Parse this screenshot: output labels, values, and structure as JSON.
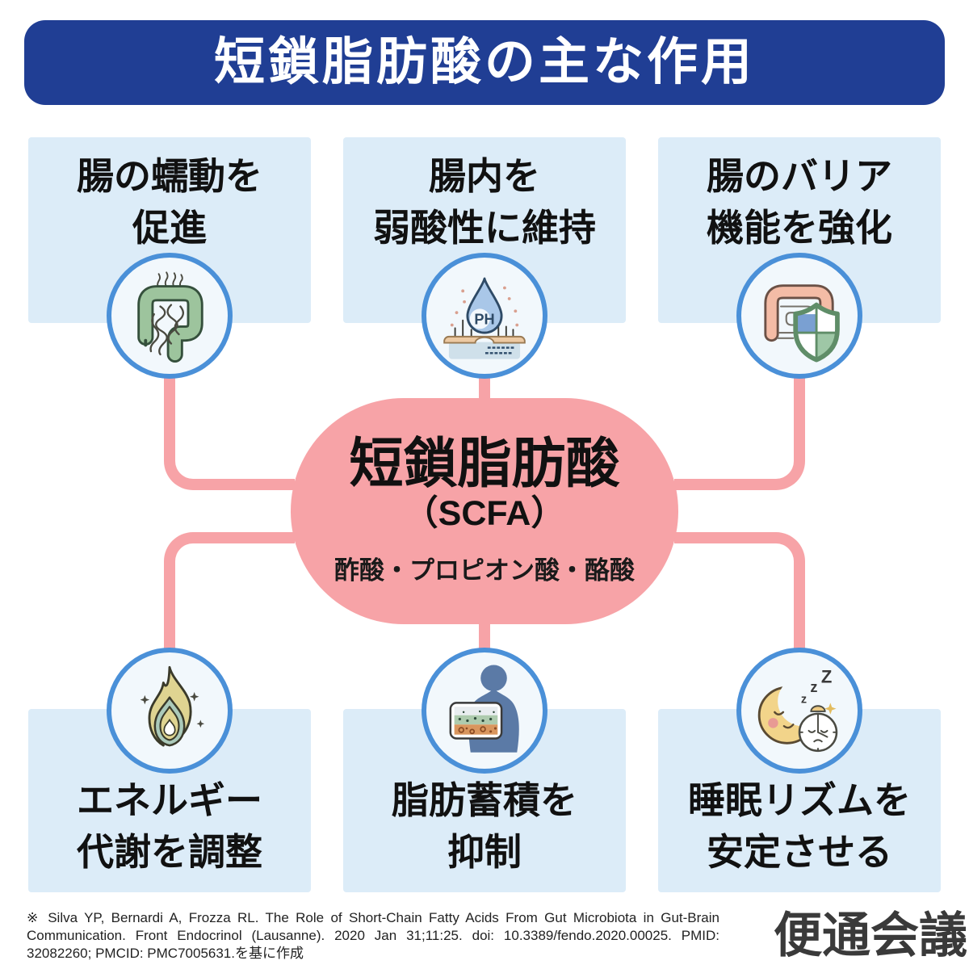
{
  "title": "短鎖脂肪酸の主な作用",
  "center": {
    "title": "短鎖脂肪酸",
    "subtitle": "（SCFA）",
    "components": "酢酸・プロピオン酸・酪酸"
  },
  "effects": [
    {
      "line1": "腸の蠕動を",
      "line2": "促進",
      "icon": "intestine-motility-icon"
    },
    {
      "line1": "腸内を",
      "line2": "弱酸性に維持",
      "icon": "ph-droplet-icon"
    },
    {
      "line1": "腸のバリア",
      "line2": "機能を強化",
      "icon": "intestine-shield-icon"
    },
    {
      "line1": "エネルギー",
      "line2": "代謝を調整",
      "icon": "flame-icon"
    },
    {
      "line1": "脂肪蓄積を",
      "line2": "抑制",
      "icon": "body-fat-layer-icon"
    },
    {
      "line1": "睡眠リズムを",
      "line2": "安定させる",
      "icon": "sleeping-moon-clock-icon"
    }
  ],
  "icon_labels": {
    "ph_label": "PH",
    "sleep_zs": [
      "z",
      "z",
      "Z"
    ]
  },
  "footer": {
    "citation": "※ Silva YP, Bernardi A, Frozza RL. The Role of Short-Chain Fatty Acids From Gut Microbiota in Gut-Brain Communication. Front Endocrinol (Lausanne). 2020 Jan 31;11:25. doi: 10.3389/fendo.2020.00025. PMID: 32082260; PMCID: PMC7005631.を基に作成",
    "logo": "便通会議"
  },
  "colors": {
    "banner_blue": "#203e94",
    "box_blue": "#dcecf8",
    "connector_pink": "#f7a3a7",
    "circle_border_blue": "#4a90d8"
  }
}
